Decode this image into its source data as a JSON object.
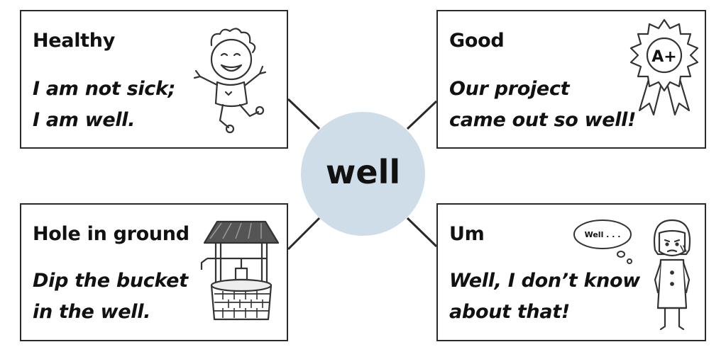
{
  "center_word": "well",
  "cards": {
    "healthy": {
      "title": "Healthy",
      "line1": "I am not sick;",
      "line2": "I am well.",
      "icon": "happy-child-icon"
    },
    "good": {
      "title": "Good",
      "line1": "Our project",
      "line2": "came out so well!",
      "icon": "award-ribbon-icon",
      "badge": "A+"
    },
    "hole": {
      "title": "Hole in ground",
      "line1": "Dip the bucket",
      "line2": "in the well.",
      "icon": "water-well-icon"
    },
    "um": {
      "title": "Um",
      "line1": "Well, I don’t know",
      "line2": "about that!",
      "icon": "confused-girl-icon",
      "bubble": "Well . . ."
    }
  },
  "colors": {
    "center_fill": "#cfdde8",
    "border": "#2a2a2a"
  }
}
